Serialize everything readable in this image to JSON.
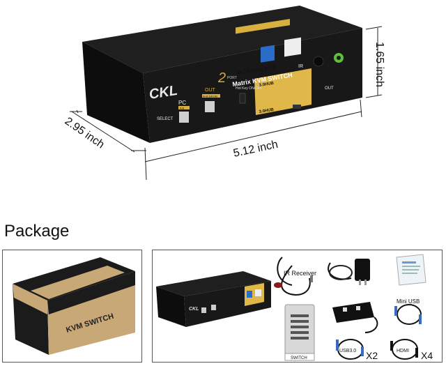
{
  "product": {
    "brand": "CKL",
    "badge_number": "2",
    "badge_small": "PORT",
    "spec_line": "4K 2K 60Hz 4:4:4",
    "model_title": "Matrix KVM SWITCH",
    "pc_label": "PC",
    "pc_ab": "A B",
    "out_label": "OUT",
    "out_sub": "A+B DA DB",
    "select_label": "SELECT",
    "hotkey_label": "Hot Key ON/OFF",
    "ir_label": "IR",
    "hub_top": "3.0HUB",
    "hub_bottom": "3.0HUB",
    "out_right": "OUT"
  },
  "dimensions": {
    "height": "1.65 inch",
    "depth": "2.95 inch",
    "width": "5.12 inch"
  },
  "package": {
    "title": "Package",
    "box_text": "KVM SWITCH",
    "ir_receiver": "IR Receiver",
    "remote_label": "SWITCH",
    "mini_usb": "Mini USB",
    "usb30": "USB3.0",
    "usb30_qty": "X2",
    "hdmi": "HDMI",
    "hdmi_qty": "X4"
  },
  "colors": {
    "device_body": "#141414",
    "panel_gold": "#e0b84a",
    "usb_blue": "#2a6cc7",
    "box_kraft": "#c9a877",
    "box_black": "#1b1b1b"
  }
}
